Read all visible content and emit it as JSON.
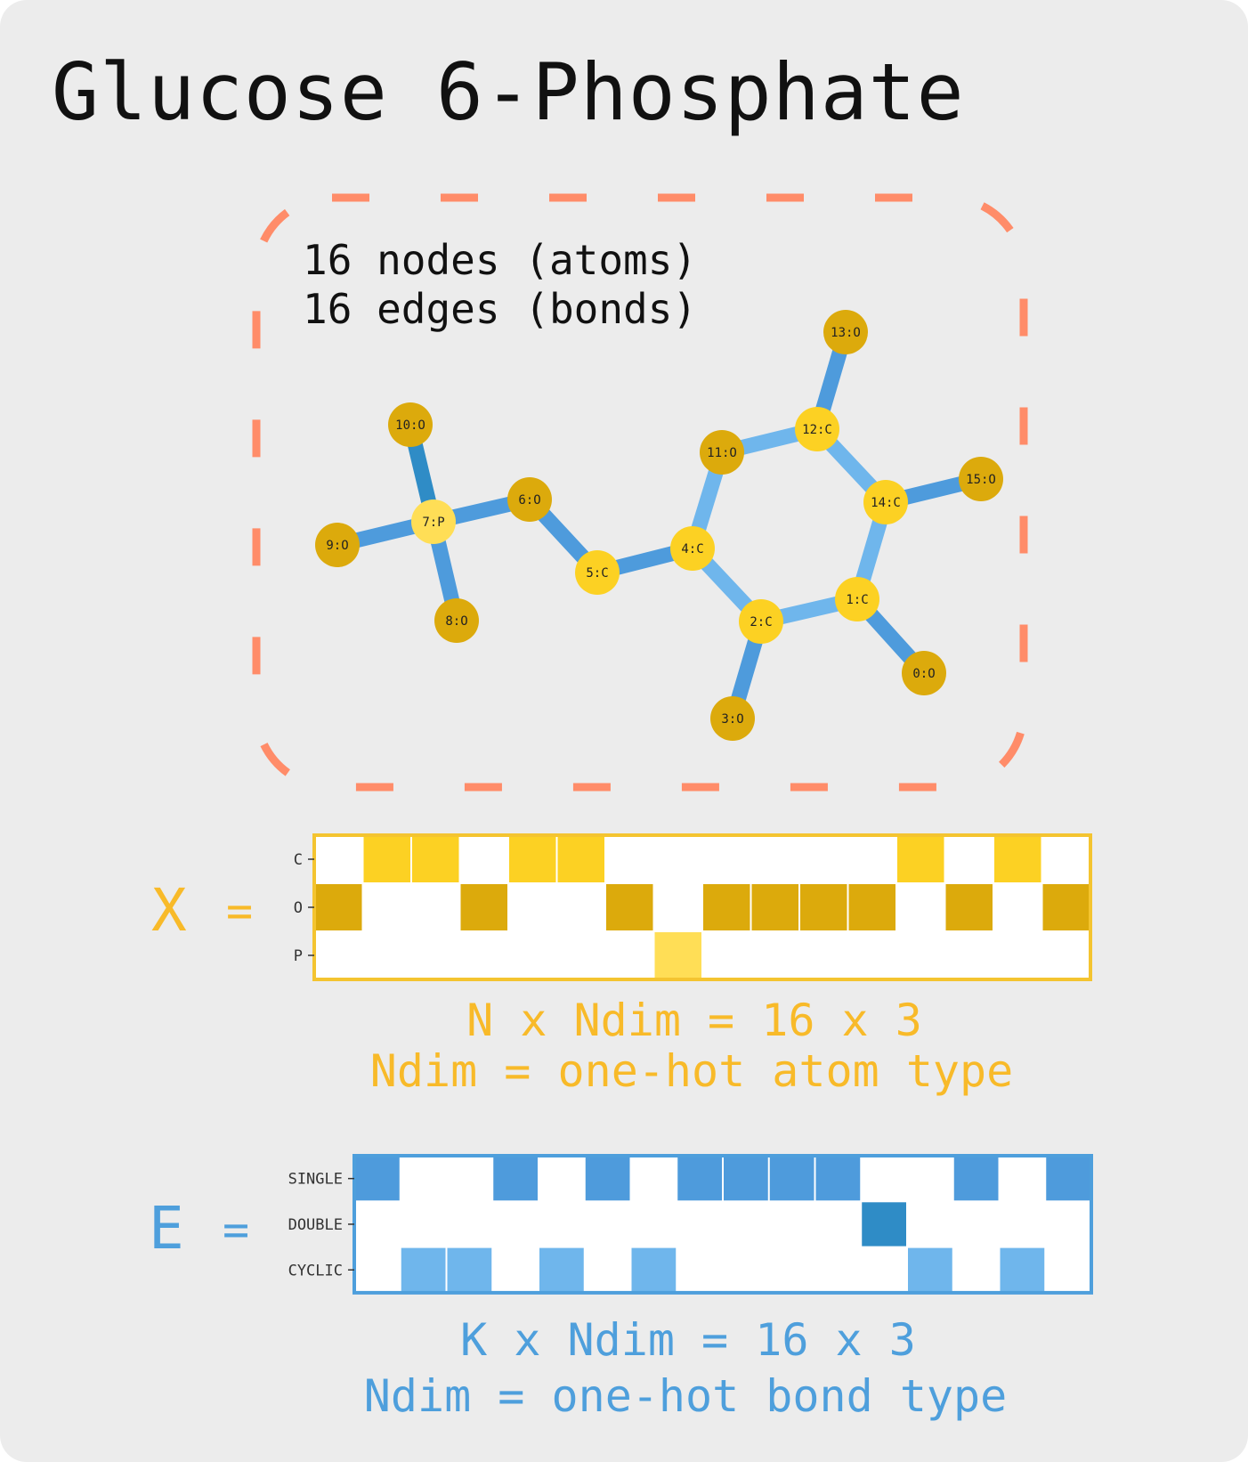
{
  "title": "Glucose 6-Phosphate",
  "graph": {
    "nodes_label": "16 nodes (atoms)",
    "edges_label": "16 edges (bonds)",
    "atoms": [
      {
        "id": "0:O",
        "type": "O"
      },
      {
        "id": "1:C",
        "type": "C"
      },
      {
        "id": "2:C",
        "type": "C"
      },
      {
        "id": "3:O",
        "type": "O"
      },
      {
        "id": "4:C",
        "type": "C"
      },
      {
        "id": "5:C",
        "type": "C"
      },
      {
        "id": "6:O",
        "type": "O"
      },
      {
        "id": "7:P",
        "type": "P"
      },
      {
        "id": "8:O",
        "type": "O"
      },
      {
        "id": "9:O",
        "type": "O"
      },
      {
        "id": "10:O",
        "type": "O"
      },
      {
        "id": "11:O",
        "type": "O"
      },
      {
        "id": "12:C",
        "type": "C"
      },
      {
        "id": "13:O",
        "type": "O"
      },
      {
        "id": "14:C",
        "type": "C"
      },
      {
        "id": "15:O",
        "type": "O"
      }
    ],
    "bonds": [
      {
        "a": "0:O",
        "b": "1:C",
        "type": "SINGLE"
      },
      {
        "a": "1:C",
        "b": "2:C",
        "type": "CYCLIC"
      },
      {
        "a": "2:C",
        "b": "3:O",
        "type": "SINGLE"
      },
      {
        "a": "2:C",
        "b": "4:C",
        "type": "CYCLIC"
      },
      {
        "a": "4:C",
        "b": "5:C",
        "type": "SINGLE"
      },
      {
        "a": "5:C",
        "b": "6:O",
        "type": "SINGLE"
      },
      {
        "a": "6:O",
        "b": "7:P",
        "type": "SINGLE"
      },
      {
        "a": "7:P",
        "b": "8:O",
        "type": "SINGLE"
      },
      {
        "a": "7:P",
        "b": "9:O",
        "type": "SINGLE"
      },
      {
        "a": "7:P",
        "b": "10:O",
        "type": "DOUBLE"
      },
      {
        "a": "4:C",
        "b": "11:O",
        "type": "CYCLIC"
      },
      {
        "a": "11:O",
        "b": "12:C",
        "type": "CYCLIC"
      },
      {
        "a": "12:C",
        "b": "13:O",
        "type": "SINGLE"
      },
      {
        "a": "12:C",
        "b": "14:C",
        "type": "CYCLIC"
      },
      {
        "a": "14:C",
        "b": "1:C",
        "type": "CYCLIC"
      },
      {
        "a": "14:C",
        "b": "15:O",
        "type": "SINGLE"
      }
    ]
  },
  "node_matrix": {
    "label": "X",
    "equals": "=",
    "rows": [
      "C",
      "O",
      "P"
    ],
    "values": [
      [
        0,
        1,
        1,
        0,
        1,
        1,
        0,
        0,
        0,
        0,
        0,
        0,
        1,
        0,
        1,
        0
      ],
      [
        1,
        0,
        0,
        1,
        0,
        0,
        1,
        0,
        1,
        1,
        1,
        1,
        0,
        1,
        0,
        1
      ],
      [
        0,
        0,
        0,
        0,
        0,
        0,
        0,
        1,
        0,
        0,
        0,
        0,
        0,
        0,
        0,
        0
      ]
    ],
    "caption1": "N x Ndim = 16 x 3",
    "caption2": "Ndim = one-hot atom type"
  },
  "edge_matrix": {
    "label": "E",
    "equals": "=",
    "rows": [
      "SINGLE",
      "DOUBLE",
      "CYCLIC"
    ],
    "values": [
      [
        1,
        0,
        0,
        1,
        0,
        1,
        0,
        1,
        1,
        1,
        1,
        0,
        0,
        1,
        0,
        1
      ],
      [
        0,
        0,
        0,
        0,
        0,
        0,
        0,
        0,
        0,
        0,
        0,
        1,
        0,
        0,
        0,
        0
      ],
      [
        0,
        1,
        1,
        0,
        1,
        0,
        1,
        0,
        0,
        0,
        0,
        0,
        1,
        0,
        1,
        0
      ]
    ],
    "caption1": "K x Ndim = 16 x 3",
    "caption2": "Ndim = one-hot bond type"
  },
  "colors": {
    "background": "#ececec",
    "frame": "#ff8c69",
    "atom_C": "#fcd123",
    "atom_O": "#dcaa0c",
    "atom_P": "#ffde56",
    "bond_SINGLE": "#4e9bdc",
    "bond_DOUBLE": "#2f8cc6",
    "bond_CYCLIC": "#6fb6ec",
    "x_accent": "#f8ba29",
    "x_border": "#f4c430",
    "e_accent": "#4e9fdc"
  }
}
